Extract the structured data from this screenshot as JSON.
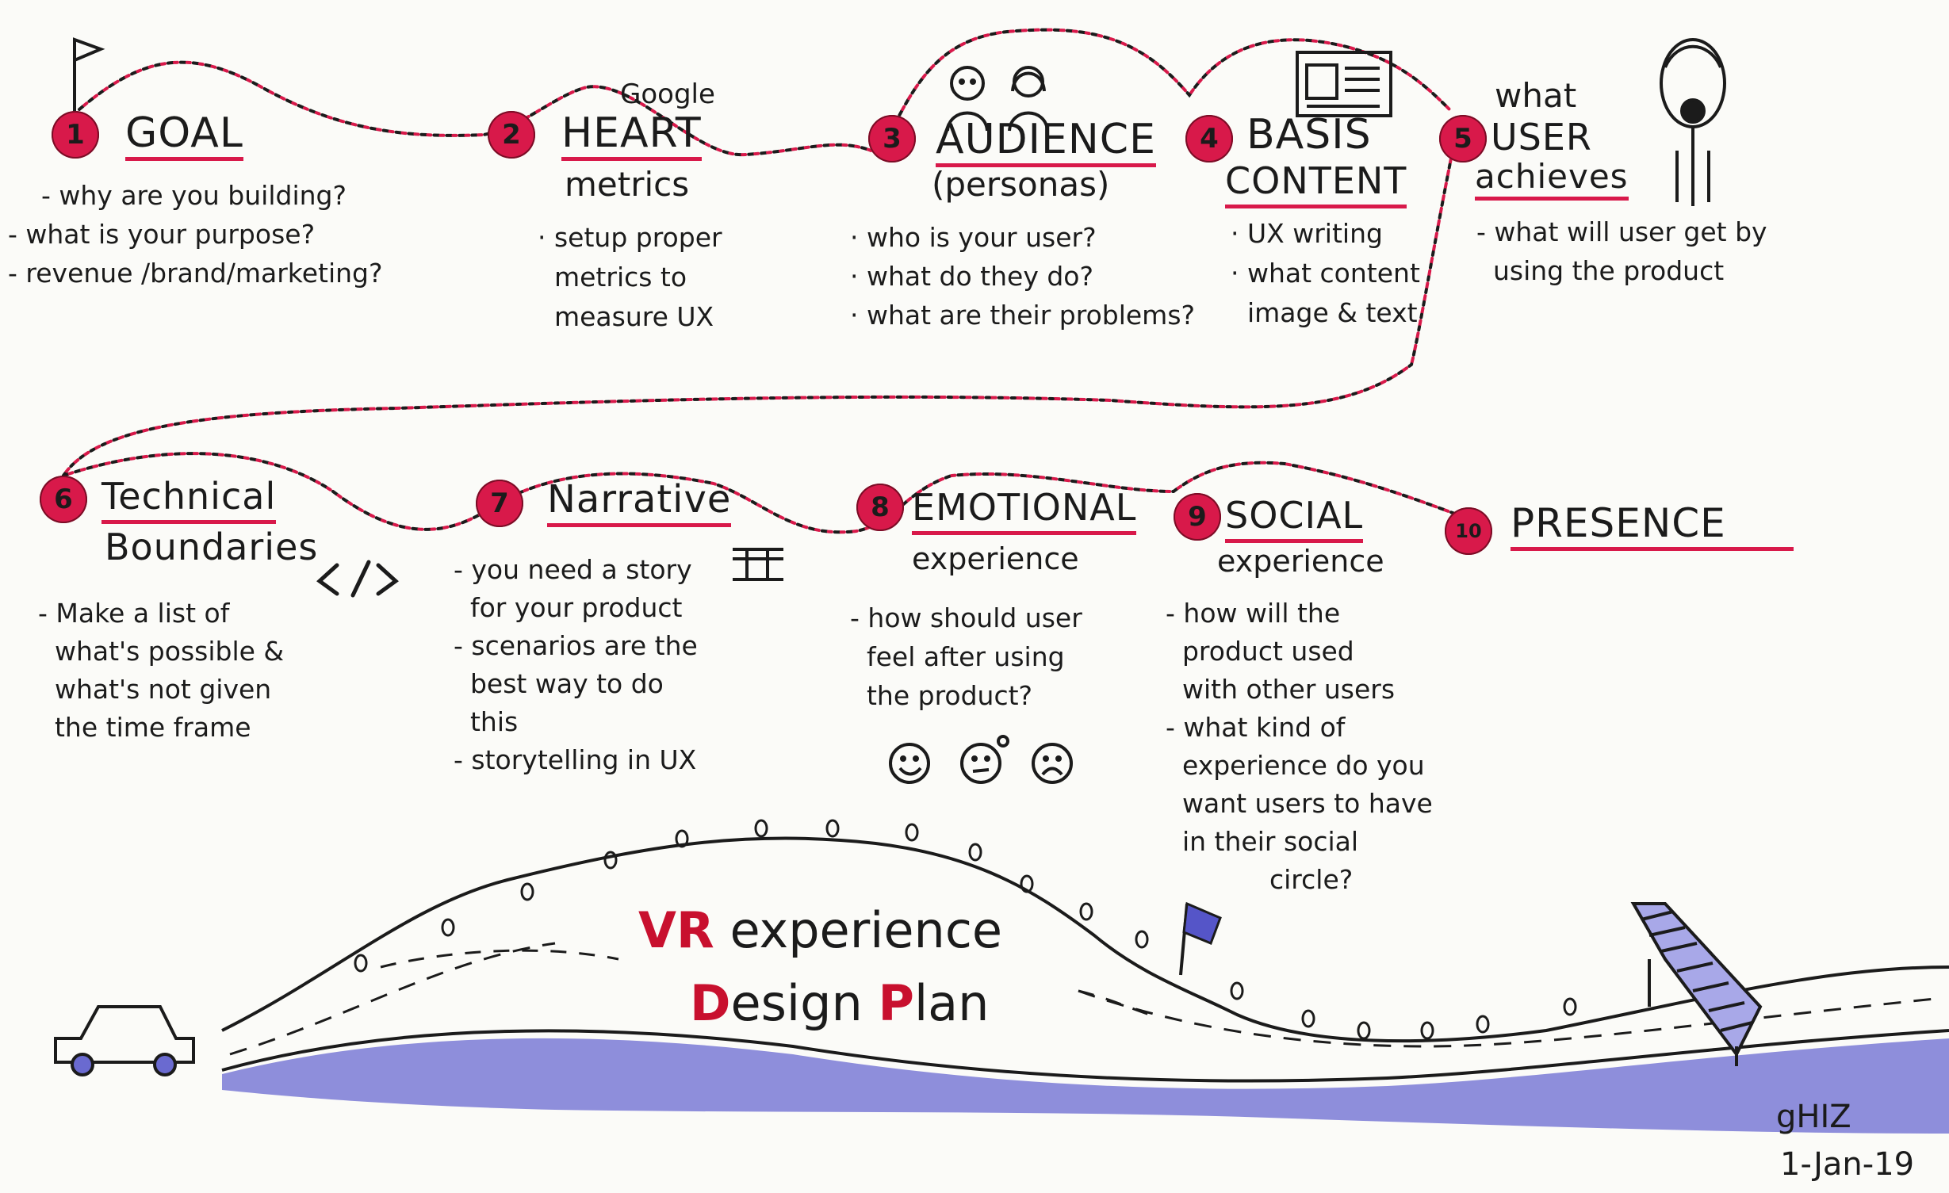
{
  "steps": [
    {
      "num": "1",
      "title": "GOAL",
      "bullets": [
        "why are you building?",
        "what is your purpose?",
        "revenue /brand/marketing?"
      ]
    },
    {
      "num": "2",
      "prefix": "Google",
      "title": "HEART",
      "subtitle": "metrics",
      "bullets": [
        "setup proper",
        "metrics to",
        "measure UX"
      ]
    },
    {
      "num": "3",
      "title": "AUDIENCE",
      "subtitle": "(personas)",
      "bullets": [
        "who is your user?",
        "what do they do?",
        "what are their problems?"
      ]
    },
    {
      "num": "4",
      "title_line1": "BASIS",
      "title_line2": "CONTENT",
      "bullets": [
        "UX writing",
        "what content",
        "image & text"
      ]
    },
    {
      "num": "5",
      "title_line1": "what",
      "title_line2": "USER",
      "title_line3": "achieves",
      "bullets": [
        "what will user get by",
        "using the product"
      ]
    },
    {
      "num": "6",
      "title_line1": "Technical",
      "title_line2": "Boundaries",
      "code_glyph": "</>",
      "bullets": [
        "Make a list of",
        "what's possible &",
        "what's not given",
        "the time frame"
      ]
    },
    {
      "num": "7",
      "title": "Narrative",
      "bullets": [
        "you need a story",
        "for your product",
        "scenarios are the",
        "best way to do",
        "this",
        "storytelling in UX"
      ]
    },
    {
      "num": "8",
      "title": "EMOTIONAL",
      "subtitle": "experience",
      "bullets": [
        "how should user",
        "feel after using",
        "the product?"
      ]
    },
    {
      "num": "9",
      "title": "SOCIAL",
      "subtitle": "experience",
      "bullets": [
        "how will the",
        "product used",
        "with other users",
        "what kind of",
        "experience do you",
        "want users to have",
        "in their social",
        "circle?"
      ]
    },
    {
      "num": "10",
      "title": "PRESENCE"
    }
  ],
  "plan": {
    "line1_highlight": "VR",
    "line1_rest": " experience",
    "line2_d": "D",
    "line2_mid": "esign ",
    "line2_p": "P",
    "line2_rest": "lan"
  },
  "signature": {
    "name": "gHIZ",
    "date": "1-Jan-19"
  },
  "icons": [
    "flag-icon",
    "persons-icon",
    "content-card-icon",
    "person-icon",
    "code-icon",
    "book-icon",
    "emoji-faces-icon",
    "car-icon",
    "goal-flag-icon",
    "bridge-icon"
  ],
  "colors": {
    "accent": "#d8194a",
    "river": "#7a7ad6",
    "ink": "#1b1b1b"
  }
}
